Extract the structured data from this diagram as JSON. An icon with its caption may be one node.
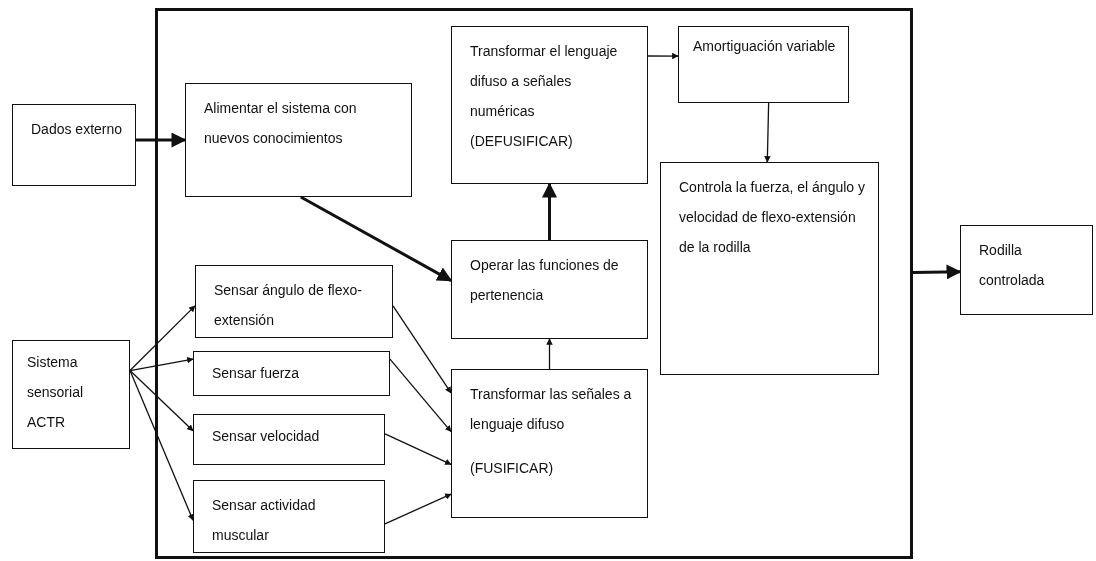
{
  "diagram": {
    "nodes": [
      {
        "text": [
          "Dados externo"
        ]
      },
      {
        "text": [],
        "shape": "box"
      },
      {
        "text": [
          "Alimentar el sistema con nuevos conocimientos"
        ],
        "in": 1
      },
      {
        "text": [
          "Transformar el lenguaje difuso a señales numéricas (DEFUSIFICAR)"
        ],
        "in": 1
      },
      {
        "text": [
          "Amortiguación variable"
        ],
        "in": 1
      },
      {
        "text": [
          "Controla la fuerza, el ángulo y velocidad de flexo-extensión de la rodilla"
        ],
        "in": 1
      },
      {
        "text": [
          "Operar las funciones de pertenencia"
        ],
        "in": 1
      },
      {
        "text": [
          "Sensar ángulo de flexo-extensión"
        ],
        "in": 1
      },
      {
        "text": [
          "Sensar fuerza"
        ],
        "in": 1
      },
      {
        "text": [
          "Sensar velocidad"
        ],
        "in": 1
      },
      {
        "text": [
          "Sensar actividad muscular"
        ],
        "in": 1
      },
      {
        "text": [
          "Transformar las señales a lenguaje difuso",
          "(FUSIFICAR)"
        ],
        "in": 1
      },
      {
        "text": [
          "Sistema sensorial ACTR"
        ]
      },
      {
        "text": [
          "Rodilla controlada"
        ]
      }
    ],
    "edges": [
      {
        "from": 0,
        "to": 2,
        "arrow": "to",
        "style": "thick"
      },
      {
        "from": 2,
        "to": 6,
        "arrow": "to",
        "style": "thick"
      },
      {
        "from": 6,
        "to": 3,
        "arrow": "to",
        "style": "thick"
      },
      {
        "from": 11,
        "to": 6,
        "arrow": "to"
      },
      {
        "from": 3,
        "to": 4,
        "arrow": "to"
      },
      {
        "from": 4,
        "to": 5,
        "arrow": "to"
      },
      {
        "from": 1,
        "to": 13,
        "arrow": "to",
        "style": "thick"
      },
      {
        "from": 12,
        "to": 7,
        "arrow": "to"
      },
      {
        "from": 12,
        "to": 8,
        "arrow": "to"
      },
      {
        "from": 12,
        "to": 9,
        "arrow": "to"
      },
      {
        "from": 12,
        "to": 10,
        "arrow": "to"
      },
      {
        "from": 7,
        "to": 11,
        "arrow": "to"
      },
      {
        "from": 8,
        "to": 11,
        "arrow": "to"
      },
      {
        "from": 9,
        "to": 11,
        "arrow": "to"
      },
      {
        "from": 10,
        "to": 11,
        "arrow": "to"
      }
    ]
  }
}
